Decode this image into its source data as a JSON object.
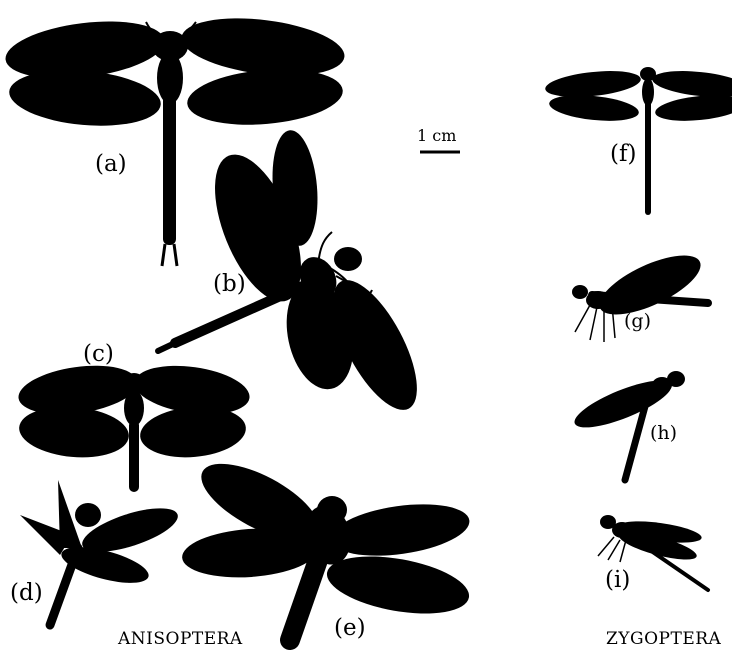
{
  "scale_bar": {
    "label": "1 cm"
  },
  "groups": {
    "anisoptera": "ANISOPTERA",
    "zygoptera": "ZYGOPTERA"
  },
  "specimens": [
    {
      "id": "a",
      "label": "(a)",
      "suborder": "Anisoptera",
      "view": "dorsal"
    },
    {
      "id": "b",
      "label": "(b)",
      "suborder": "Anisoptera",
      "view": "dorsal-oblique"
    },
    {
      "id": "c",
      "label": "(c)",
      "suborder": "Anisoptera",
      "view": "dorsal"
    },
    {
      "id": "d",
      "label": "(d)",
      "suborder": "Anisoptera",
      "view": "lateral"
    },
    {
      "id": "e",
      "label": "(e)",
      "suborder": "Anisoptera",
      "view": "dorsal-oblique"
    },
    {
      "id": "f",
      "label": "(f)",
      "suborder": "Zygoptera",
      "view": "dorsal"
    },
    {
      "id": "g",
      "label": "(g)",
      "suborder": "Zygoptera",
      "view": "lateral"
    },
    {
      "id": "h",
      "label": "(h)",
      "suborder": "Zygoptera",
      "view": "lateral"
    },
    {
      "id": "i",
      "label": "(i)",
      "suborder": "Zygoptera",
      "view": "lateral"
    }
  ],
  "silhouette_color": "#000000",
  "background_color": "#ffffff"
}
